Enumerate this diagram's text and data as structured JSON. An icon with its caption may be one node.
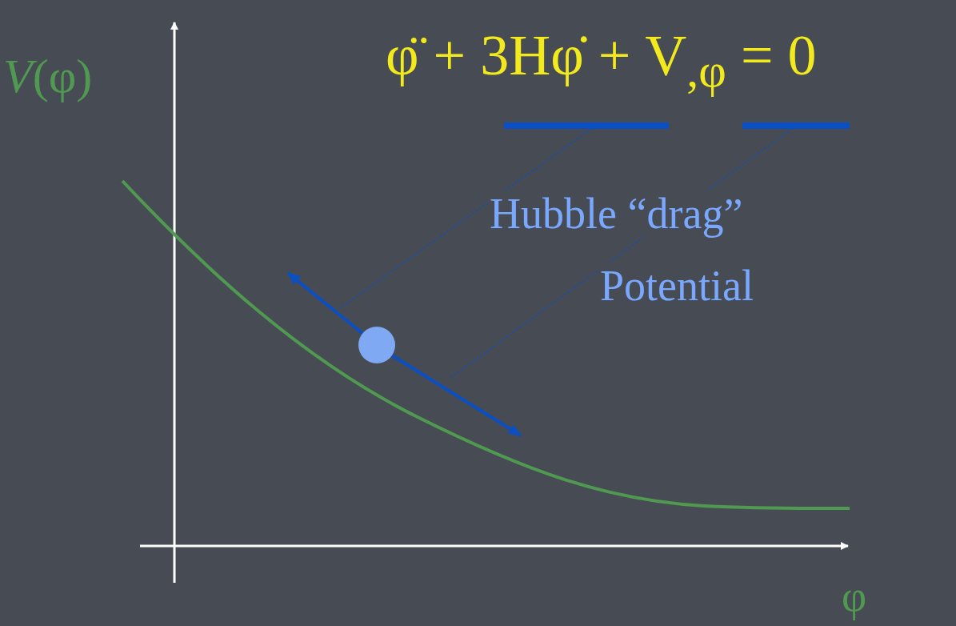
{
  "diagram": {
    "nodes": [
      {
        "text": [],
        "shape": "bar"
      },
      {
        "text": [],
        "shape": "bar"
      },
      {
        "text": [],
        "shape": "circle"
      }
    ],
    "edges": [
      {
        "from": 0,
        "to": null,
        "arrow": "none",
        "style": "dashed",
        "label": "Hubble “drag”"
      },
      {
        "from": 1,
        "to": null,
        "arrow": "none",
        "style": "dashed",
        "label": "Potential"
      }
    ],
    "labels": [
      "φ̈ + 3Hφ̇ + V$_{,φ}$ = 0",
      "*V*(φ)",
      "φ"
    ]
  }
}
